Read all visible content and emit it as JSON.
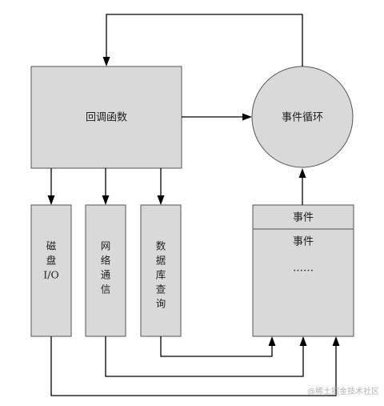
{
  "nodes": {
    "callback": {
      "label": "回调函数"
    },
    "event_loop": {
      "label": "事件循环"
    },
    "disk_io": {
      "lines": [
        "磁",
        "盘",
        "I/O"
      ]
    },
    "network": {
      "lines": [
        "网",
        "络",
        "通",
        "信"
      ]
    },
    "database": {
      "lines": [
        "数",
        "据",
        "库",
        "查",
        "询"
      ]
    },
    "event_queue": {
      "header": "事件",
      "item": "事件",
      "ellipsis": "……"
    }
  },
  "watermark": "@稀土掘金技术社区"
}
